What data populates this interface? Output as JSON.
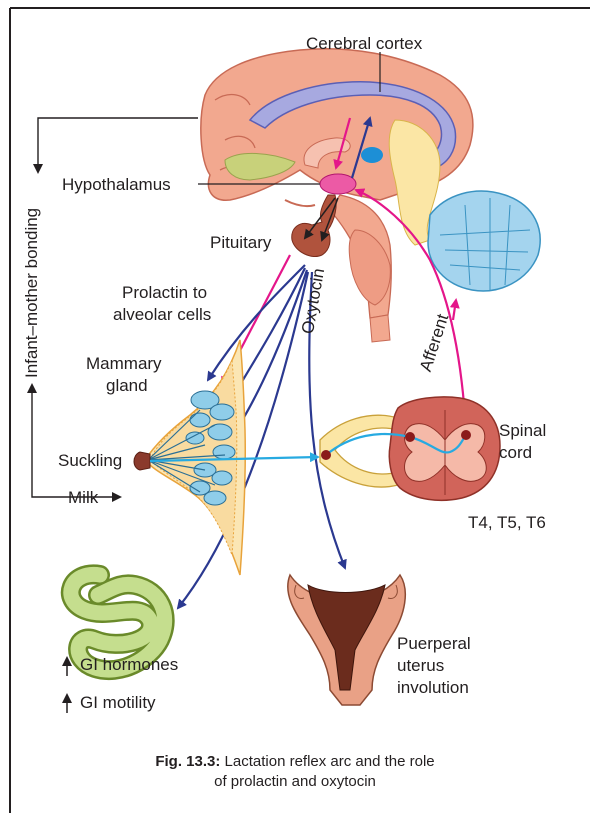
{
  "labels": {
    "cerebral_cortex": "Cerebral cortex",
    "hypothalamus": "Hypothalamus",
    "pituitary": "Pituitary",
    "prolactin_line1": "Prolactin to",
    "prolactin_line2": "alveolar cells",
    "oxytocin": "Oxytocin",
    "afferent": "Afferent",
    "mammary_line1": "Mammary",
    "mammary_line2": "gland",
    "infant_mother_bonding": "Infant–mother bonding",
    "suckling": "Suckling",
    "milk": "Milk",
    "spinal_line1": "Spinal",
    "spinal_line2": "cord",
    "segments": "T4, T5, T6",
    "gi_hormones": "GI hormones",
    "gi_motility": "GI motility",
    "puerperal_line1": "Puerperal",
    "puerperal_line2": "uterus",
    "puerperal_line3": "involution"
  },
  "caption": {
    "fig_number": "Fig. 13.3:",
    "line1": " Lactation reflex arc and the role",
    "line2": "of prolactin and oxytocin"
  },
  "colors": {
    "prolactin_arrow": "#e4168a",
    "oxytocin_arrow": "#2b3990",
    "afferent_nerve": "#27aae1",
    "brain": "#f2a88f",
    "intestine": "#b9d77c",
    "uterus": "#7a3b2a"
  }
}
